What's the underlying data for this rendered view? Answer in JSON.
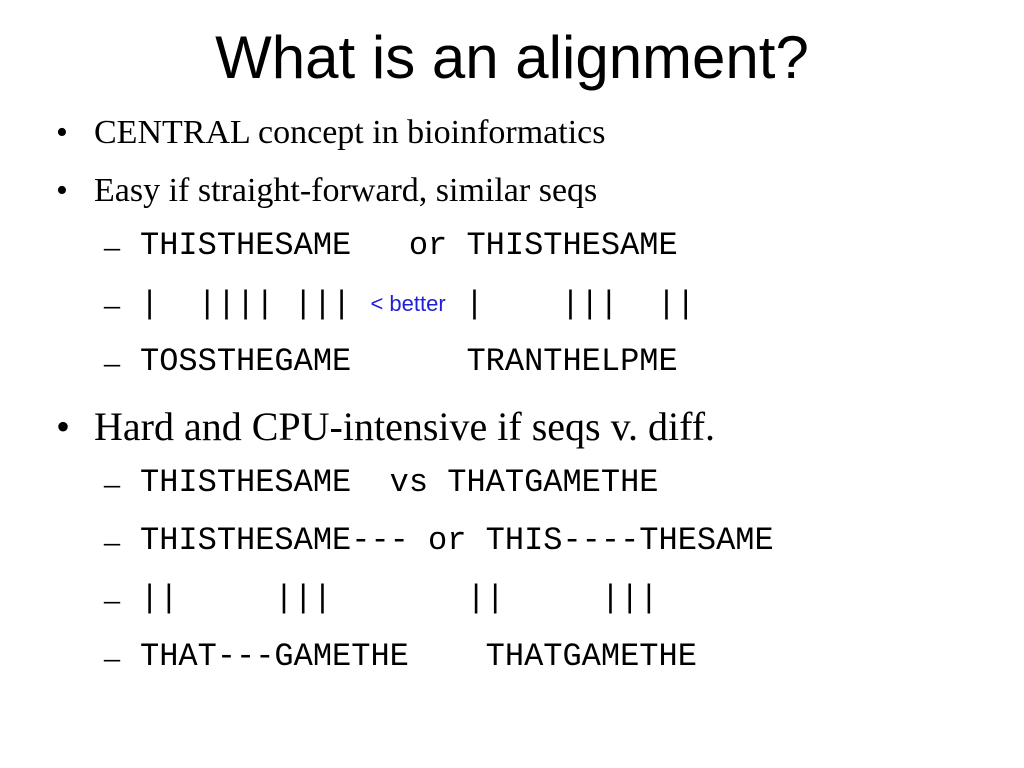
{
  "slide": {
    "title": "What is an alignment?",
    "bullets": [
      {
        "marker": "•",
        "text": "CENTRAL concept in bioinformatics"
      },
      {
        "marker": "•",
        "text": "Easy if straight-forward, similar seqs",
        "subitems": [
          {
            "marker": "–",
            "left": "THISTHESAME   or ",
            "right": "THISTHESAME"
          },
          {
            "marker": "–",
            "left": "|  |||| ||| ",
            "note": "< better",
            "right": " |    |||  ||"
          },
          {
            "marker": "–",
            "left": "TOSSTHEGAME      ",
            "right": "TRANTHELPME"
          }
        ]
      },
      {
        "marker": "•",
        "text": "Hard and CPU-intensive if seqs v. diff.",
        "subitems": [
          {
            "marker": "–",
            "text": "THISTHESAME  vs THATGAMETHE"
          },
          {
            "marker": "–",
            "text": "THISTHESAME--- or THIS----THESAME"
          },
          {
            "marker": "–",
            "text": "||     |||       ||     |||"
          },
          {
            "marker": "–",
            "text": "THAT---GAMETHE    THATGAMETHE"
          }
        ]
      }
    ]
  }
}
